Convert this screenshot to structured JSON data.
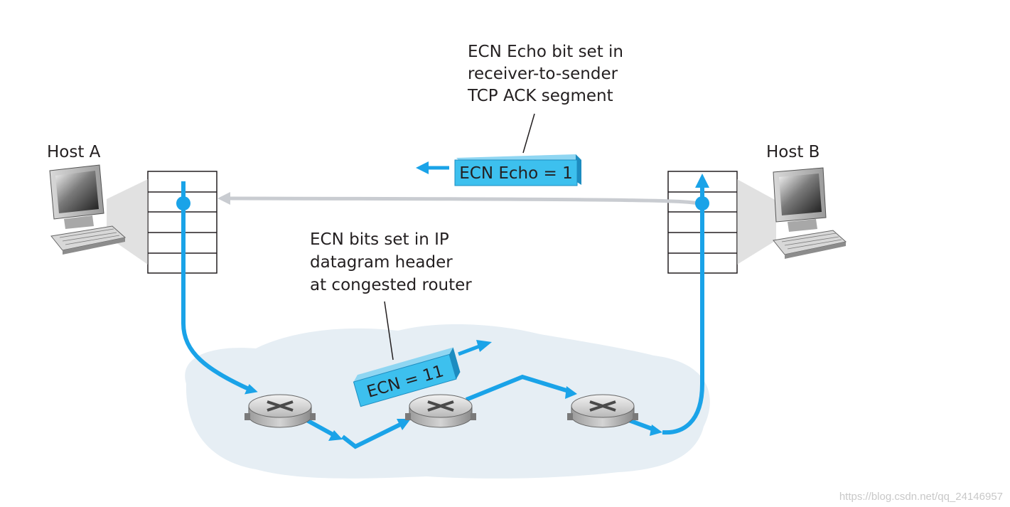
{
  "host_a": {
    "label": "Host A"
  },
  "host_b": {
    "label": "Host B"
  },
  "echo_annotation": {
    "lines": [
      "ECN Echo bit set in",
      "receiver-to-sender",
      "TCP ACK segment"
    ]
  },
  "echo_tag": {
    "text": "ECN Echo = 1"
  },
  "router_annotation": {
    "lines": [
      "ECN bits set in IP",
      "datagram header",
      "at congested router"
    ]
  },
  "ecn_tag": {
    "text": "ECN = 11"
  },
  "watermark": "https://blog.csdn.net/qq_24146957",
  "colors": {
    "flow": "#1aa3e8",
    "ack": "#c9ccd1",
    "cloud": "#e6eef4",
    "tag": "#3dc0ee"
  }
}
